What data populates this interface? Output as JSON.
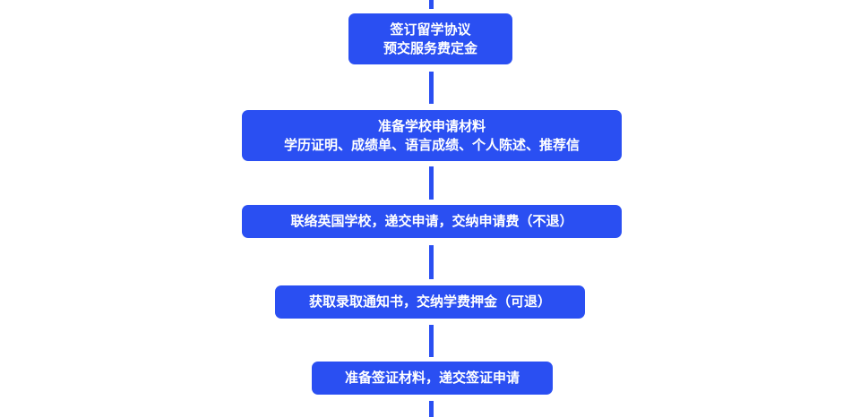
{
  "flow": {
    "accent_color": "#2a4ff2",
    "steps": [
      {
        "lines": [
          "签订留学协议",
          "预交服务费定金"
        ]
      },
      {
        "lines": [
          "准备学校申请材料",
          "学历证明、成绩单、语言成绩、个人陈述、推荐信"
        ]
      },
      {
        "lines": [
          "联络英国学校，递交申请，交纳申请费（不退）"
        ]
      },
      {
        "lines": [
          "获取录取通知书，交纳学费押金（可退）"
        ]
      },
      {
        "lines": [
          "准备签证材料，递交签证申请"
        ]
      }
    ]
  }
}
